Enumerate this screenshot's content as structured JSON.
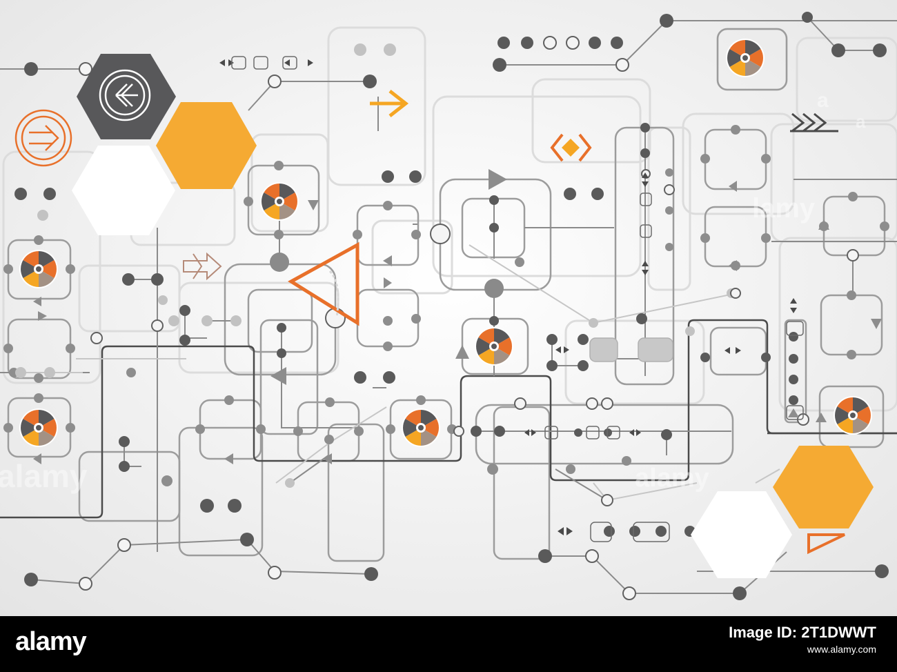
{
  "image": {
    "theme": "abstract circuit technology background",
    "colors": {
      "orange": "#f5a623",
      "dark_orange": "#e8702a",
      "dark_grey": "#58585a",
      "grey": "#9a9a9a",
      "light_grey": "#c8c8c8",
      "taupe": "#a39184"
    },
    "icons": [
      "arrow-left-icon",
      "arrow-right-icon",
      "chevron-right-icon",
      "diamond-icon",
      "triangle-icon",
      "aperture-icon"
    ]
  },
  "footer": {
    "brand": "alamy",
    "image_id_label": "Image ID: 2T1DWWT",
    "site": "www.alamy.com"
  },
  "watermark": "alamy"
}
